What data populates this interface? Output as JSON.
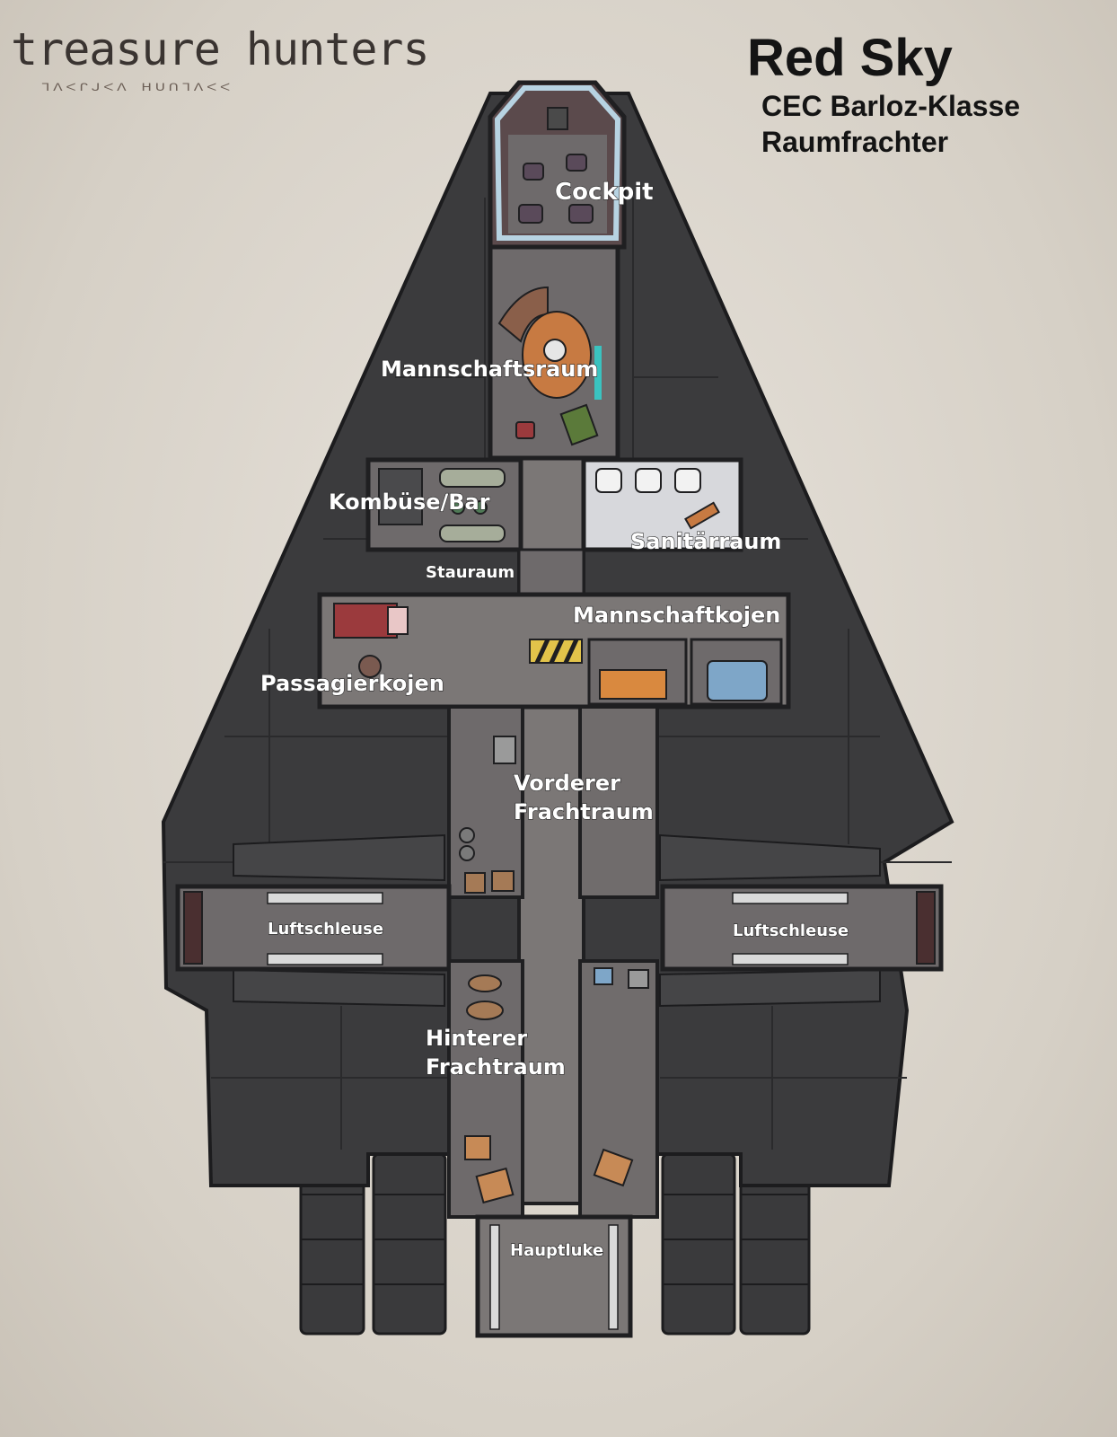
{
  "logo": {
    "text": "treasure hunters",
    "subtitle": "ᒣᐱᐸᒋᒍᐸᐱ ᕼᑌᑎᒣᐱᐸᐸ"
  },
  "header": {
    "title": "Red Sky",
    "subtitle_line1": "CEC Barloz-Klasse",
    "subtitle_line2": "Raumfrachter"
  },
  "colors": {
    "hull": "#3b3b3d",
    "room_floor": "#6e6a6b",
    "corridor": "#7b7776",
    "wall": "#1f1f21",
    "canopy": "#b7d3e2",
    "accent_orange": "#c77a42",
    "accent_red": "#9b3a3d",
    "accent_blue": "#7ea6c8"
  },
  "rooms": {
    "cockpit": "Cockpit",
    "crew_room": "Mannschaftsraum",
    "galley": "Kombüse/Bar",
    "sanitary": "Sanitärraum",
    "storage": "Stauraum",
    "crew_bunks": "Mannschaftkojen",
    "passenger_bunks": "Passagierkojen",
    "front_cargo_line1": "Vorderer",
    "front_cargo_line2": "Frachtraum",
    "airlock_left": "Luftschleuse",
    "airlock_right": "Luftschleuse",
    "rear_cargo_line1": "Hinterer",
    "rear_cargo_line2": "Frachtraum",
    "main_hatch": "Hauptluke"
  }
}
